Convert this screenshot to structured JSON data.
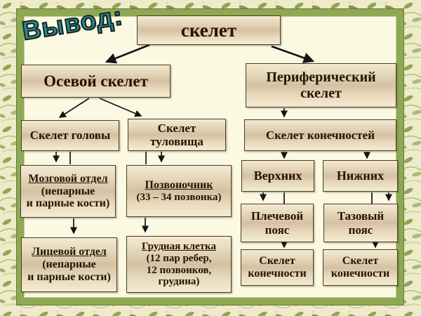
{
  "header": {
    "title": "Вывод:"
  },
  "colors": {
    "title_teal": "#2b8d8c",
    "frame_green": "#8ea853",
    "slide_background": "#fcf9e3",
    "box_fill": "#e3d4b6",
    "box_border": "#4d3b22",
    "box_text": "#241303",
    "pattern_base": "#edebc9",
    "pattern_leaf": "#93a358"
  },
  "nodes": {
    "skelet": {
      "label": "скелет"
    },
    "osevoy": {
      "label": "Осевой скелет"
    },
    "perifericheskiy": {
      "lines": [
        "Периферический",
        "скелет"
      ]
    },
    "skelet_golovy": {
      "label": "Скелет головы"
    },
    "skelet_tulovishcha": {
      "lines": [
        "Скелет",
        "туловища"
      ]
    },
    "skelet_konechnostey": {
      "label": "Скелет конечностей"
    },
    "mozgovoy_otdel": {
      "title": "Мозговой отдел",
      "lines": [
        "(непарные",
        "и парные кости)"
      ]
    },
    "pozvonochnik": {
      "title": "Позвоночник",
      "lines": [
        "(33 – 34 позвонка)"
      ]
    },
    "verkhnikh": {
      "label": "Верхних"
    },
    "nizhnikh": {
      "label": "Нижних"
    },
    "litsevoy_otdel": {
      "title": "Лицевой отдел",
      "lines": [
        "(непарные",
        "и парные кости)"
      ]
    },
    "grudnaya_kletka": {
      "title": "Грудная клетка",
      "lines": [
        "(12 пар ребер,",
        "12 позвонков,",
        "грудина)"
      ]
    },
    "plechevoy_poyas": {
      "lines": [
        "Плечевой",
        "пояс"
      ]
    },
    "tazovyy_poyas": {
      "lines": [
        "Тазовый",
        "пояс"
      ]
    },
    "skelet_konechnosti_verkhney": {
      "lines": [
        "Скелет",
        "конечности"
      ]
    },
    "skelet_konechnosti_nizhney": {
      "lines": [
        "Скелет",
        "конечности"
      ]
    }
  }
}
